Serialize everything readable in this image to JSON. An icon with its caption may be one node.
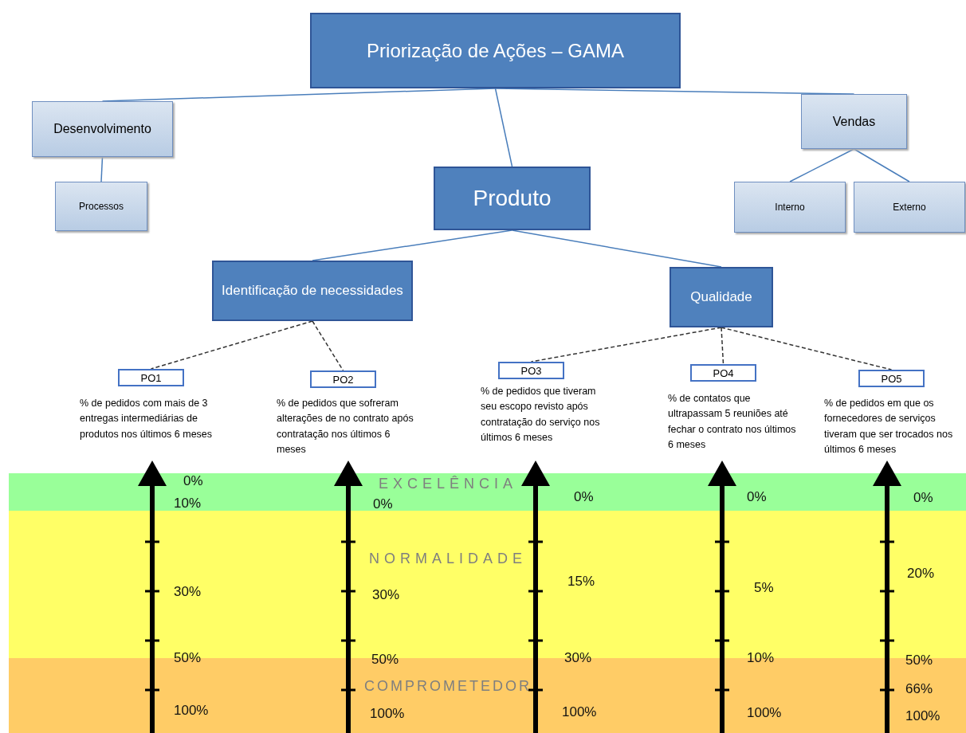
{
  "diagram": {
    "nodes": [
      {
        "text": [
          "Priorização de Ações – GAMA"
        ]
      },
      {
        "text": [
          "Desenvolvimento"
        ]
      },
      {
        "text": [
          "Processos"
        ]
      },
      {
        "text": [
          "Vendas"
        ]
      },
      {
        "text": [
          "Interno"
        ]
      },
      {
        "text": [
          "Externo"
        ]
      },
      {
        "text": [
          "Produto"
        ]
      },
      {
        "text": [
          "Identificação de necessidades"
        ]
      },
      {
        "text": [
          "Qualidade"
        ]
      },
      {
        "text": [
          "PO1"
        ],
        "beside": [
          "% de pedidos com mais de 3 entregas intermediárias de produtos nos últimos 6 meses"
        ]
      },
      {
        "text": [
          "PO2"
        ],
        "beside": [
          "% de pedidos que sofreram alterações de no contrato após contratação nos últimos 6 meses"
        ]
      },
      {
        "text": [
          "PO3"
        ],
        "beside": [
          "% de pedidos que tiveram seu escopo revisto após contratação do serviço nos últimos 6 meses"
        ]
      },
      {
        "text": [
          "PO4"
        ],
        "beside": [
          "% de contatos que ultrapassam 5 reuniões até fechar o contrato nos últimos 6 meses"
        ]
      },
      {
        "text": [
          "PO5"
        ],
        "beside": [
          "% de pedidos em que os fornecedores de serviços tiveram que ser trocados nos últimos 6 meses"
        ]
      },
      {
        "text": [
          "EXCELÊNCIA"
        ]
      },
      {
        "text": [
          "NORMALIDADE"
        ]
      },
      {
        "text": [
          "COMPROMETEDOR"
        ]
      }
    ],
    "edges": [
      {
        "from": 0,
        "to": 1,
        "arrow": "none"
      },
      {
        "from": 1,
        "to": 2,
        "arrow": "none"
      },
      {
        "from": 0,
        "to": 3,
        "arrow": "none"
      },
      {
        "from": 3,
        "to": 4,
        "arrow": "none"
      },
      {
        "from": 3,
        "to": 5,
        "arrow": "none"
      },
      {
        "from": 0,
        "to": 6,
        "arrow": "none"
      },
      {
        "from": 6,
        "to": 7,
        "arrow": "none"
      },
      {
        "from": 6,
        "to": 8,
        "arrow": "none"
      },
      {
        "from": 7,
        "to": 9,
        "arrow": "none",
        "style": "dashed",
        "color": "#333333"
      },
      {
        "from": 7,
        "to": 10,
        "arrow": "none",
        "style": "dashed",
        "color": "#333333"
      },
      {
        "from": 8,
        "to": 11,
        "arrow": "none",
        "style": "dashed",
        "color": "#333333"
      },
      {
        "from": 8,
        "to": 12,
        "arrow": "none",
        "style": "dashed",
        "color": "#333333"
      },
      {
        "from": 8,
        "to": 13,
        "arrow": "none",
        "style": "dashed",
        "color": "#333333"
      }
    ],
    "labels": [
      "0%",
      "10%",
      "30%",
      "50%",
      "100%",
      "0%",
      "30%",
      "50%",
      "100%",
      "0%",
      "15%",
      "30%",
      "100%",
      "0%",
      "5%",
      "10%",
      "100%",
      "0%",
      "20%",
      "50%",
      "66%",
      "100%"
    ]
  }
}
